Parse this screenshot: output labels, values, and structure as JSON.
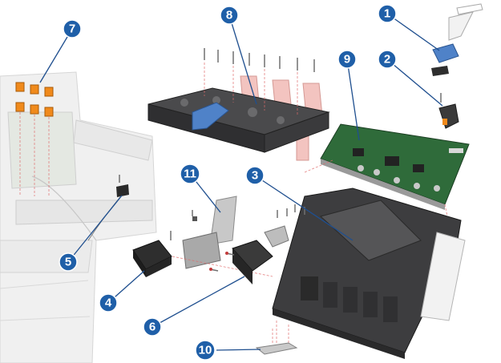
{
  "callouts": [
    {
      "id": "1",
      "label": "1"
    },
    {
      "id": "2",
      "label": "2"
    },
    {
      "id": "3",
      "label": "3"
    },
    {
      "id": "4",
      "label": "4"
    },
    {
      "id": "5",
      "label": "5"
    },
    {
      "id": "6",
      "label": "6"
    },
    {
      "id": "7",
      "label": "7"
    },
    {
      "id": "8",
      "label": "8"
    },
    {
      "id": "9",
      "label": "9"
    },
    {
      "id": "10",
      "label": "10"
    },
    {
      "id": "11",
      "label": "11"
    }
  ],
  "colors": {
    "callout_fill": "#1f5fa8",
    "leader": "#1f4f8f",
    "guide_line": "#e06b6b",
    "carriage_dark": "#3d3d3f",
    "accent_blue": "#4f82c8",
    "pcb_green": "#2f6b3a",
    "orange_part": "#f08a1c",
    "cable_pink": "#f3c4c0"
  }
}
